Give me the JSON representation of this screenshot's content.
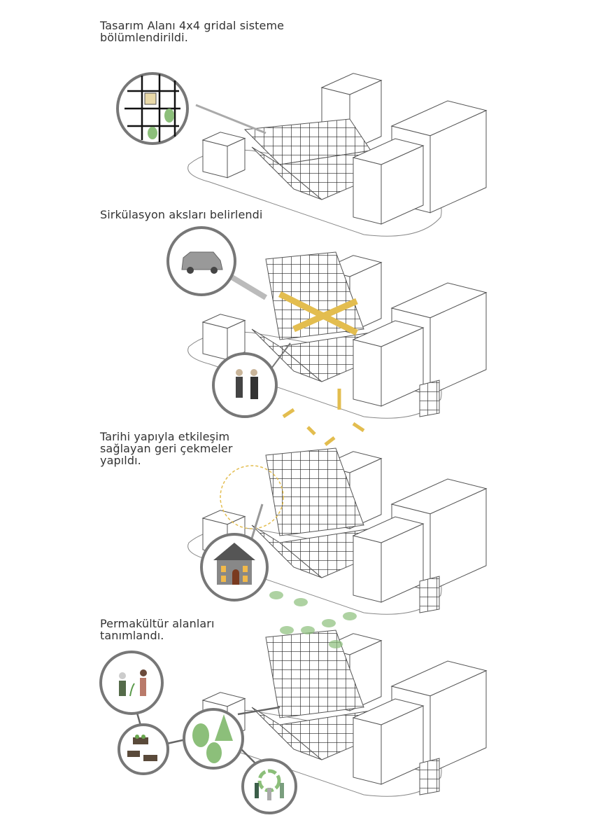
{
  "steps": [
    {
      "caption_line1": "Tasarım Alanı 4x4 gridal sisteme",
      "caption_line2": "bölümlendirildi.",
      "icons": [
        "grid-module-icon"
      ]
    },
    {
      "caption_line1": "Sirkülasyon aksları belirlendi",
      "caption_line2": "",
      "icons": [
        "car-icon",
        "pedestrians-icon"
      ]
    },
    {
      "caption_line1": "Tarihi yapıyla etkileşim",
      "caption_line2": "sağlayan geri çekmeler",
      "caption_line3": "yapıldı.",
      "icons": [
        "historic-building-icon"
      ]
    },
    {
      "caption_line1": "Permakültür alanları",
      "caption_line2": "tanımlandı.",
      "icons": [
        "gardening-people-icon",
        "planter-beds-icon",
        "trees-icon",
        "recycling-people-icon"
      ]
    }
  ],
  "colors": {
    "line": "#555555",
    "circle": "#777777",
    "arrow": "#e3bd4f",
    "green": "#8cbf7a"
  }
}
